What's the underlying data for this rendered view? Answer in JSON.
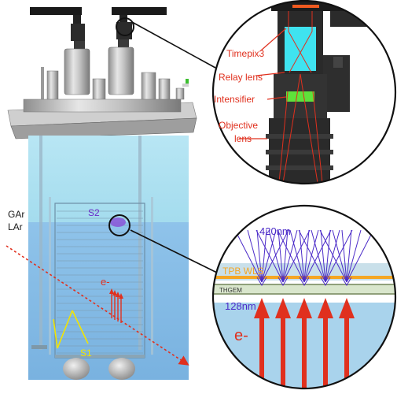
{
  "labels": {
    "gar": "GAr",
    "lar": "LAr",
    "s2": "S2",
    "s1": "S1",
    "electron_main": "e-",
    "camera": {
      "timepix": "Timepix3",
      "relay": "Relay lens",
      "intensifier": "Intensifier",
      "objective_1": "Objective",
      "objective_2": "lens"
    },
    "zoom": {
      "wavelength_top": "420nm",
      "tpb": "TPB WLS",
      "thgem": "THGEM",
      "wavelength_bottom": "128nm",
      "electron": "e-"
    }
  },
  "colors": {
    "red": "#e0301e",
    "purple": "#4b2bc8",
    "orange": "#f5a623",
    "yellow": "#f2e400",
    "gas": "#a8def0",
    "liquid": "#7fb7e3",
    "green": "#5ee33a",
    "cyan": "#3fe3f0"
  }
}
